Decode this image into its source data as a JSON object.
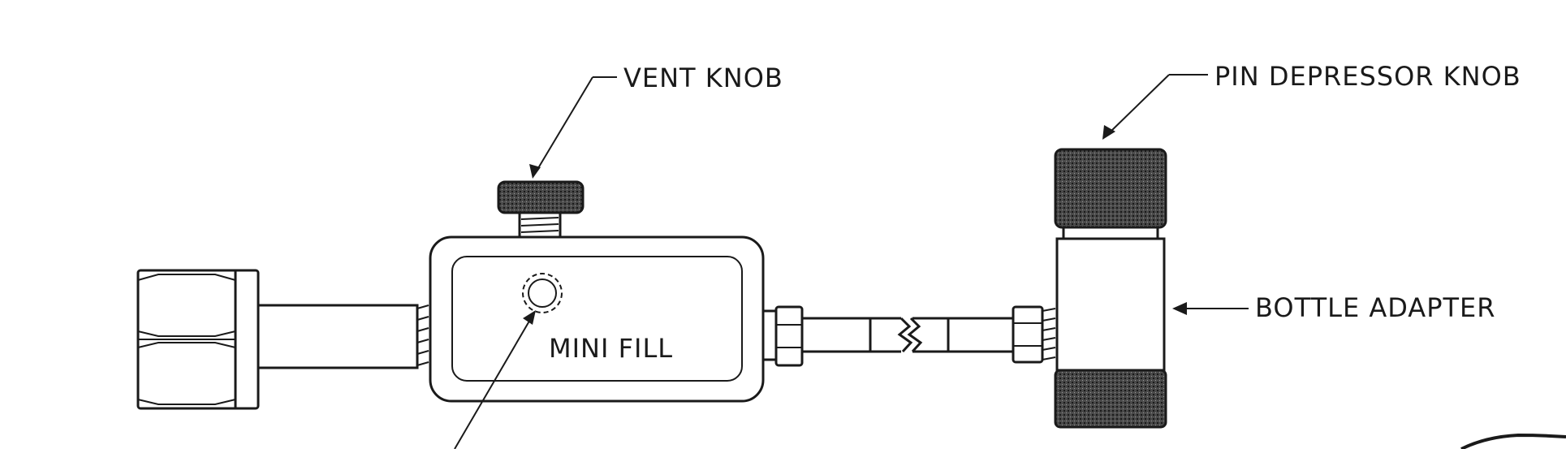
{
  "labels": {
    "vent_knob": "VENT KNOB",
    "pin_depressor_knob": "PIN DEPRESSOR KNOB",
    "bottle_adapter": "BOTTLE ADAPTER",
    "mini_fill": "MINI FILL"
  },
  "colors": {
    "ink": "#1a1a1a",
    "knurl": "#3a3a3a",
    "paper": "#ffffff"
  }
}
